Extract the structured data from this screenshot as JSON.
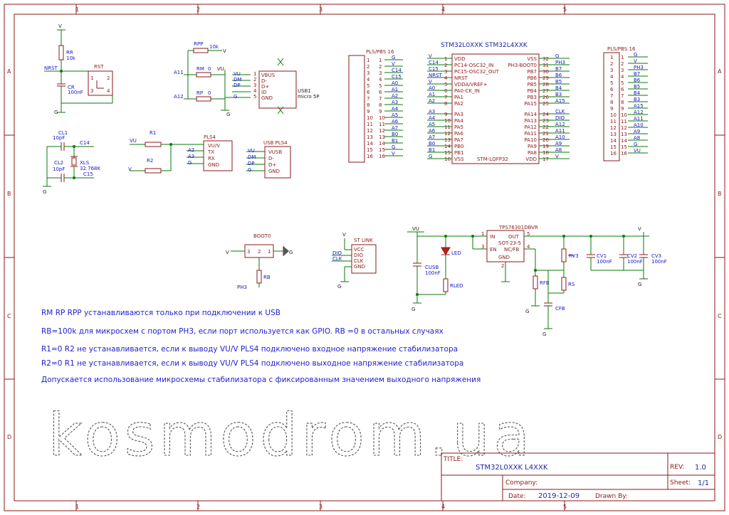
{
  "frame": {
    "columns": [
      "1",
      "2",
      "3",
      "4",
      "5"
    ],
    "rows": [
      "A",
      "B",
      "C",
      "D"
    ]
  },
  "title_block": {
    "title_label": "TITLE:",
    "title_value": "STM32L0XXK L4XXK",
    "rev_label": "REV:",
    "rev_value": "1.0",
    "company_label": "Company:",
    "company_value": "",
    "sheet_label": "Sheet:",
    "sheet_value": "1/1",
    "date_label": "Date:",
    "date_value": "2019-12-09",
    "drawn_label": "Drawn By:",
    "drawn_value": ""
  },
  "notes": [
    "RM RP RPP устанавливаются только при подключении к USB",
    "RB=100k для микросхем с портом PH3, если порт используется как GPIO. RB =0 в остальных случаях",
    "R1=0 R2 не устанавливается, если к выводу VU/V PLS4 подключено входное напряжение стабилизатора",
    "R2=0 R1 не устанавливается, если к выводу VU/V PLS4 подключено выходное напряжение стабилизатора",
    "Допускается использование микросхемы стабилизатора с фиксированным значением выходного напряжения"
  ],
  "watermark": "kosmodrom.ua",
  "mcu": {
    "title": "STM32L0XXK STM32L4XXK",
    "package": "STM-LQFP32",
    "left_pins": [
      {
        "net": "V",
        "name": "VDD",
        "num": "1"
      },
      {
        "net": "C14",
        "name": "PC14-OSC32_IN",
        "num": "2"
      },
      {
        "net": "C15",
        "name": "PC15-OSC32_OUT",
        "num": "3"
      },
      {
        "net": "NRST",
        "name": "NRST",
        "num": "4"
      },
      {
        "net": "V",
        "name": "VDDA/VREF+",
        "num": "5"
      },
      {
        "net": "A0",
        "name": "PA0-CK_IN",
        "num": "6"
      },
      {
        "net": "A1",
        "name": "PA1",
        "num": "7"
      },
      {
        "net": "A2",
        "name": "PA2",
        "num": "8"
      },
      {
        "net": "A3",
        "name": "PA3",
        "num": "9"
      },
      {
        "net": "A4",
        "name": "PA4",
        "num": "10"
      },
      {
        "net": "A5",
        "name": "PA5",
        "num": "11"
      },
      {
        "net": "A6",
        "name": "PA6",
        "num": "12"
      },
      {
        "net": "A7",
        "name": "PA7",
        "num": "13"
      },
      {
        "net": "B0",
        "name": "PB0",
        "num": "14"
      },
      {
        "net": "B1",
        "name": "PB1",
        "num": "15"
      },
      {
        "net": "G",
        "name": "VSS",
        "num": "16"
      }
    ],
    "right_pins": [
      {
        "net": "G",
        "name": "VSS",
        "num": "32"
      },
      {
        "net": "PH3",
        "name": "PH3-BOOT0",
        "num": "31"
      },
      {
        "net": "B7",
        "name": "PB7",
        "num": "30"
      },
      {
        "net": "B6",
        "name": "PB6",
        "num": "29"
      },
      {
        "net": "B5",
        "name": "PB5",
        "num": "28"
      },
      {
        "net": "B4",
        "name": "PB4",
        "num": "27"
      },
      {
        "net": "B3",
        "name": "PB3",
        "num": "26"
      },
      {
        "net": "A15",
        "name": "PA15",
        "num": "25"
      },
      {
        "net": "CLK",
        "name": "PA14",
        "num": "24"
      },
      {
        "net": "DIO",
        "name": "PA13",
        "num": "23"
      },
      {
        "net": "A12",
        "name": "PA12",
        "num": "22"
      },
      {
        "net": "A11",
        "name": "PA11",
        "num": "21"
      },
      {
        "net": "A10",
        "name": "PA10",
        "num": "20"
      },
      {
        "net": "A9",
        "name": "PA9",
        "num": "19"
      },
      {
        "net": "A8",
        "name": "PA8",
        "num": "18"
      },
      {
        "net": "V",
        "name": "VDD",
        "num": "17"
      }
    ]
  },
  "pls_pbs": {
    "title": "PLS/PBS 16",
    "pins": [
      {
        "num": "1",
        "net": "G"
      },
      {
        "num": "2",
        "net": "V"
      },
      {
        "num": "3",
        "net": "C14"
      },
      {
        "num": "4",
        "net": "C15"
      },
      {
        "num": "5",
        "net": "A0"
      },
      {
        "num": "6",
        "net": "A1"
      },
      {
        "num": "7",
        "net": "A2"
      },
      {
        "num": "8",
        "net": "A3"
      },
      {
        "num": "9",
        "net": "A4"
      },
      {
        "num": "10",
        "net": "A5"
      },
      {
        "num": "11",
        "net": "A6"
      },
      {
        "num": "12",
        "net": "A7"
      },
      {
        "num": "13",
        "net": "B0"
      },
      {
        "num": "14",
        "net": "B1"
      },
      {
        "num": "15",
        "net": "G"
      },
      {
        "num": "16",
        "net": "V"
      }
    ]
  },
  "pls_pbs_right": {
    "title": "PLS/PBS 16",
    "pins": [
      {
        "num": "1",
        "net": "G"
      },
      {
        "num": "2",
        "net": "V"
      },
      {
        "num": "3",
        "net": "PH3"
      },
      {
        "num": "4",
        "net": "B7"
      },
      {
        "num": "5",
        "net": "B6"
      },
      {
        "num": "6",
        "net": "B5"
      },
      {
        "num": "7",
        "net": "B4"
      },
      {
        "num": "8",
        "net": "B3"
      },
      {
        "num": "9",
        "net": "A15"
      },
      {
        "num": "10",
        "net": "A12"
      },
      {
        "num": "11",
        "net": "A11"
      },
      {
        "num": "12",
        "net": "A10"
      },
      {
        "num": "13",
        "net": "A9"
      },
      {
        "num": "14",
        "net": "A8"
      },
      {
        "num": "15",
        "net": "G"
      },
      {
        "num": "16",
        "net": "VU"
      }
    ]
  },
  "reset": {
    "rr_label": "RR",
    "rr_value": "10k",
    "v_label": "V",
    "nrst_label": "NRST",
    "rst_label": "RST",
    "pins": [
      "1",
      "2",
      "3",
      "4"
    ],
    "cr_label": "CR",
    "cr_value": "100nF",
    "g_label": "G"
  },
  "usb": {
    "rpp_label": "RPP",
    "rpp_value": "10k",
    "v_label": "V",
    "rm_label": "RM",
    "rm_value": "0",
    "rp_label": "RP",
    "rp_value": "0",
    "a11": "A11",
    "a12": "A12",
    "vu": "VU",
    "net_labels": [
      "VU",
      "DM",
      "DP",
      "",
      "G"
    ],
    "pins": [
      "VBUS",
      "D-",
      "D+",
      "ID",
      "GND"
    ],
    "pin_nums": [
      "1",
      "2",
      "3",
      "4",
      "5"
    ],
    "title": "USB1",
    "subtitle": "micro 5P",
    "g_label": "G"
  },
  "crystal": {
    "cl1_label": "CL1",
    "cl1_value": "10pF",
    "c14": "C14",
    "cl2_label": "CL2",
    "cl2_value": "10pF",
    "xls_label": "XLS",
    "xls_value": "32.768K",
    "c15": "C15",
    "g_label": "G"
  },
  "pls4": {
    "vu": "VU",
    "r1_label": "R1",
    "r2_label": "R2",
    "v": "V",
    "title": "PLS4",
    "nets": [
      "",
      "A2",
      "A3",
      "G"
    ],
    "pins": [
      "VU/V",
      "TX",
      "RX",
      "GND"
    ]
  },
  "usb_pls4": {
    "title": "USB PLS4",
    "nets": [
      "VU",
      "DM",
      "DP",
      "G"
    ],
    "pins": [
      "VUSB",
      "D-",
      "D+",
      "GND"
    ]
  },
  "boot0": {
    "title": "BOOT0",
    "v": "V",
    "g": "G",
    "pins": [
      "3",
      "2",
      "1"
    ],
    "rb_label": "RB",
    "ph3": "PH3"
  },
  "stlink": {
    "title": "ST LINK",
    "v": "V",
    "nets": [
      "DIO",
      "CLK"
    ],
    "pins": [
      "VCC",
      "DIO",
      "CLK",
      "GND"
    ],
    "g": "G"
  },
  "regulator": {
    "vu": "VU",
    "v": "V",
    "title": "TPS76301DBVR",
    "package": "SOT-23-5",
    "pins_left": [
      {
        "num": "1",
        "name": "IN"
      },
      {
        "num": "3",
        "name": "EN"
      }
    ],
    "pins_right": [
      {
        "num": "5",
        "name": "OUT"
      },
      {
        "num": "4",
        "name": "NC/FB"
      }
    ],
    "gnd": "GND",
    "gnd_num": "2",
    "led_label": "LED",
    "cusb_label": "CUSB",
    "cusb_value": "100nF",
    "rled_label": "RLED",
    "rfb_label": "RFB",
    "rs_label": "RS",
    "cfb_label": "CFB",
    "rv3_label": "RV3",
    "cv1_label": "CV1",
    "cv1_value": "100nF",
    "cv2_label": "CV2",
    "cv2_value": "100nF",
    "cv3_label": "CV3",
    "cv3_value": "100nF",
    "g": "G"
  }
}
